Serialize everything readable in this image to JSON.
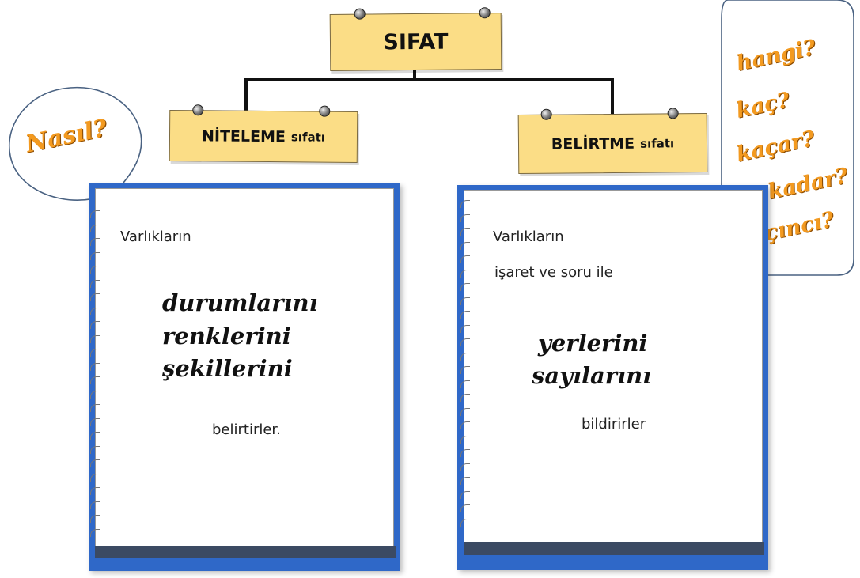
{
  "root": {
    "label": "SIFAT"
  },
  "left": {
    "title_main": "NİTELEME",
    "title_sub": "sıfatı",
    "question": "Nasıl?",
    "intro": "Varlıkların",
    "items": [
      "durumlarını",
      "renklerini",
      "şekillerini"
    ],
    "ending": "belirtirler."
  },
  "right": {
    "title_main": "BELİRTME",
    "title_sub": "sıfatı",
    "intro_1": "Varlıkların",
    "intro_2": "işaret ve soru ile",
    "items": [
      "yerlerini",
      "sayılarını"
    ],
    "ending": "bildirirler",
    "questions": [
      "hangi?",
      "kaç?",
      "kaçar?",
      "ne kadar?",
      "kaçıncı?"
    ]
  },
  "colors": {
    "note_fill": "#fbdd86",
    "notebook_blue": "#2f68c8",
    "question_orange": "#f39a20"
  }
}
